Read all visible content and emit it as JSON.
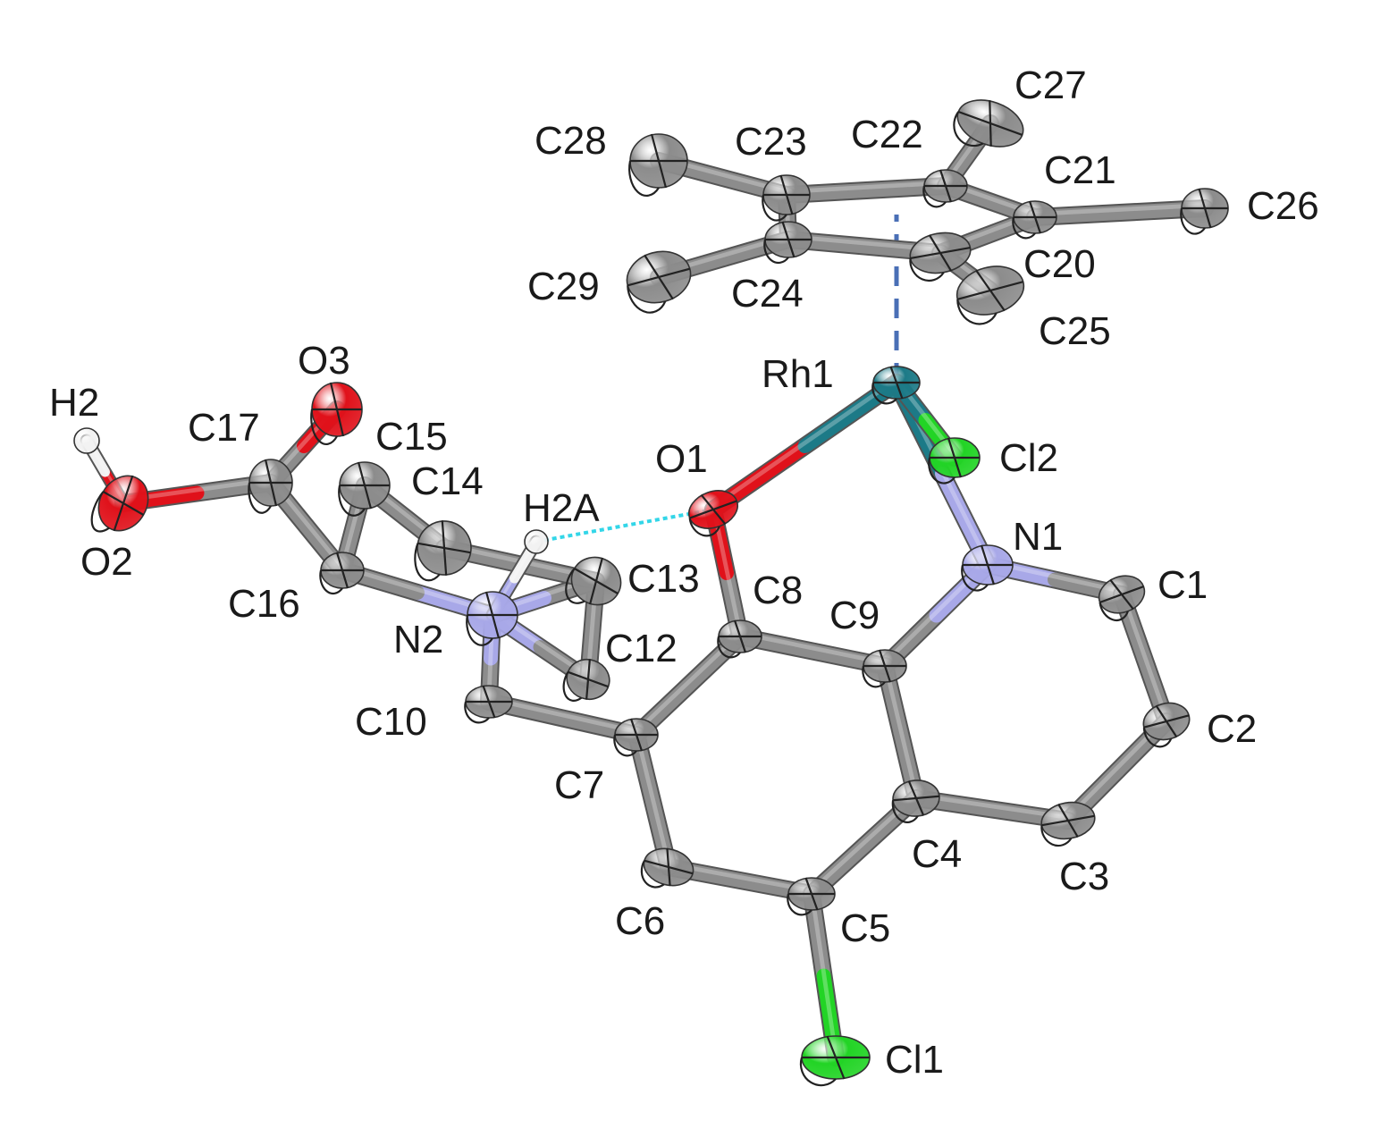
{
  "colors": {
    "C": "#8c8c8c",
    "H": "#f2f2f2",
    "N": "#a8a8e8",
    "O": "#e0111a",
    "Cl": "#22d425",
    "Rh": "#1c7a87",
    "centroid_line": "#4a6fb6",
    "hbond": "#33d6e8"
  },
  "atoms": [
    {
      "id": "C1",
      "label": "C1",
      "el": "C"
    },
    {
      "id": "C2",
      "label": "C2",
      "el": "C"
    },
    {
      "id": "C3",
      "label": "C3",
      "el": "C"
    },
    {
      "id": "C4",
      "label": "C4",
      "el": "C"
    },
    {
      "id": "C5",
      "label": "C5",
      "el": "C"
    },
    {
      "id": "C6",
      "label": "C6",
      "el": "C"
    },
    {
      "id": "C7",
      "label": "C7",
      "el": "C"
    },
    {
      "id": "C8",
      "label": "C8",
      "el": "C"
    },
    {
      "id": "C9",
      "label": "C9",
      "el": "C"
    },
    {
      "id": "C10",
      "label": "C10",
      "el": "C"
    },
    {
      "id": "C12",
      "label": "C12",
      "el": "C"
    },
    {
      "id": "C13",
      "label": "C13",
      "el": "C"
    },
    {
      "id": "C14",
      "label": "C14",
      "el": "C"
    },
    {
      "id": "C15",
      "label": "C15",
      "el": "C"
    },
    {
      "id": "C16",
      "label": "C16",
      "el": "C"
    },
    {
      "id": "C17",
      "label": "C17",
      "el": "C"
    },
    {
      "id": "C20",
      "label": "C20",
      "el": "C"
    },
    {
      "id": "C21",
      "label": "C21",
      "el": "C"
    },
    {
      "id": "C22",
      "label": "C22",
      "el": "C"
    },
    {
      "id": "C23",
      "label": "C23",
      "el": "C"
    },
    {
      "id": "C24",
      "label": "C24",
      "el": "C"
    },
    {
      "id": "C25",
      "label": "C25",
      "el": "C"
    },
    {
      "id": "C26",
      "label": "C26",
      "el": "C"
    },
    {
      "id": "C27",
      "label": "C27",
      "el": "C"
    },
    {
      "id": "C28",
      "label": "C28",
      "el": "C"
    },
    {
      "id": "C29",
      "label": "C29",
      "el": "C"
    },
    {
      "id": "N1",
      "label": "N1",
      "el": "N"
    },
    {
      "id": "N2",
      "label": "N2",
      "el": "N"
    },
    {
      "id": "O1",
      "label": "O1",
      "el": "O"
    },
    {
      "id": "O2",
      "label": "O2",
      "el": "O"
    },
    {
      "id": "O3",
      "label": "O3",
      "el": "O"
    },
    {
      "id": "H2",
      "label": "H2",
      "el": "H"
    },
    {
      "id": "H2A",
      "label": "H2A",
      "el": "H"
    },
    {
      "id": "Cl1",
      "label": "Cl1",
      "el": "Cl"
    },
    {
      "id": "Cl2",
      "label": "Cl2",
      "el": "Cl"
    },
    {
      "id": "Rh1",
      "label": "Rh1",
      "el": "Rh"
    }
  ],
  "bonds": [
    [
      "N1",
      "C1"
    ],
    [
      "C1",
      "C2"
    ],
    [
      "C2",
      "C3"
    ],
    [
      "C3",
      "C4"
    ],
    [
      "C4",
      "C9"
    ],
    [
      "C9",
      "N1"
    ],
    [
      "C4",
      "C5"
    ],
    [
      "C5",
      "C6"
    ],
    [
      "C6",
      "C7"
    ],
    [
      "C7",
      "C8"
    ],
    [
      "C8",
      "C9"
    ],
    [
      "C5",
      "Cl1"
    ],
    [
      "C8",
      "O1"
    ],
    [
      "O1",
      "Rh1"
    ],
    [
      "Rh1",
      "N1"
    ],
    [
      "Rh1",
      "Cl2"
    ],
    [
      "C7",
      "C10"
    ],
    [
      "C10",
      "N2"
    ],
    [
      "N2",
      "C12"
    ],
    [
      "C12",
      "C13"
    ],
    [
      "C13",
      "N2"
    ],
    [
      "N2",
      "C16"
    ],
    [
      "C16",
      "C15"
    ],
    [
      "C15",
      "C14"
    ],
    [
      "C14",
      "C13"
    ],
    [
      "C16",
      "C17"
    ],
    [
      "C17",
      "O3"
    ],
    [
      "C17",
      "O2"
    ],
    [
      "O2",
      "H2"
    ],
    [
      "N2",
      "H2A"
    ],
    [
      "C20",
      "C21"
    ],
    [
      "C21",
      "C22"
    ],
    [
      "C22",
      "C23"
    ],
    [
      "C23",
      "C24"
    ],
    [
      "C24",
      "C20"
    ],
    [
      "C20",
      "C25"
    ],
    [
      "C21",
      "C26"
    ],
    [
      "C22",
      "C27"
    ],
    [
      "C23",
      "C28"
    ],
    [
      "C24",
      "C29"
    ]
  ],
  "interactions": [
    {
      "from": "H2A",
      "to": "O1",
      "type": "hydrogen-bond"
    },
    {
      "from": "Rh1",
      "to": "Cp-centroid",
      "type": "centroid"
    }
  ]
}
